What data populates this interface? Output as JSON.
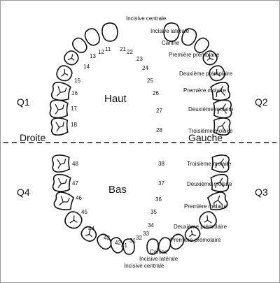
{
  "quadrants": {
    "q1": "Q1",
    "q2": "Q2",
    "q3": "Q3",
    "q4": "Q4"
  },
  "jaws": {
    "upper": "Haut",
    "lower": "Bas"
  },
  "sides": {
    "right": "Droite",
    "left": "Gauche"
  },
  "upper_right_numbers": [
    "11",
    "12",
    "13",
    "14",
    "15",
    "16",
    "17",
    "18"
  ],
  "upper_left_numbers": [
    "21",
    "22",
    "23",
    "24",
    "25",
    "26",
    "27",
    "28"
  ],
  "lower_left_numbers": [
    "31",
    "32",
    "33",
    "34",
    "35",
    "36",
    "37",
    "38"
  ],
  "lower_right_numbers": [
    "41",
    "42",
    "43",
    "44",
    "45",
    "46",
    "47",
    "48"
  ],
  "upper_labels": [
    "Incisive centrale",
    "Incisive latérale",
    "Canine",
    "Première prémolaire",
    "Deuxième prémolaire",
    "Première molaire",
    "Deuxième molaire",
    "Troisième molaire"
  ],
  "lower_labels": [
    "Incisive centrale",
    "Incisive latérale",
    "Canine",
    "Première prémolaire",
    "Deuxième prémolaire",
    "Première molaire",
    "Deuxième molaire",
    "Troisième molaire"
  ]
}
